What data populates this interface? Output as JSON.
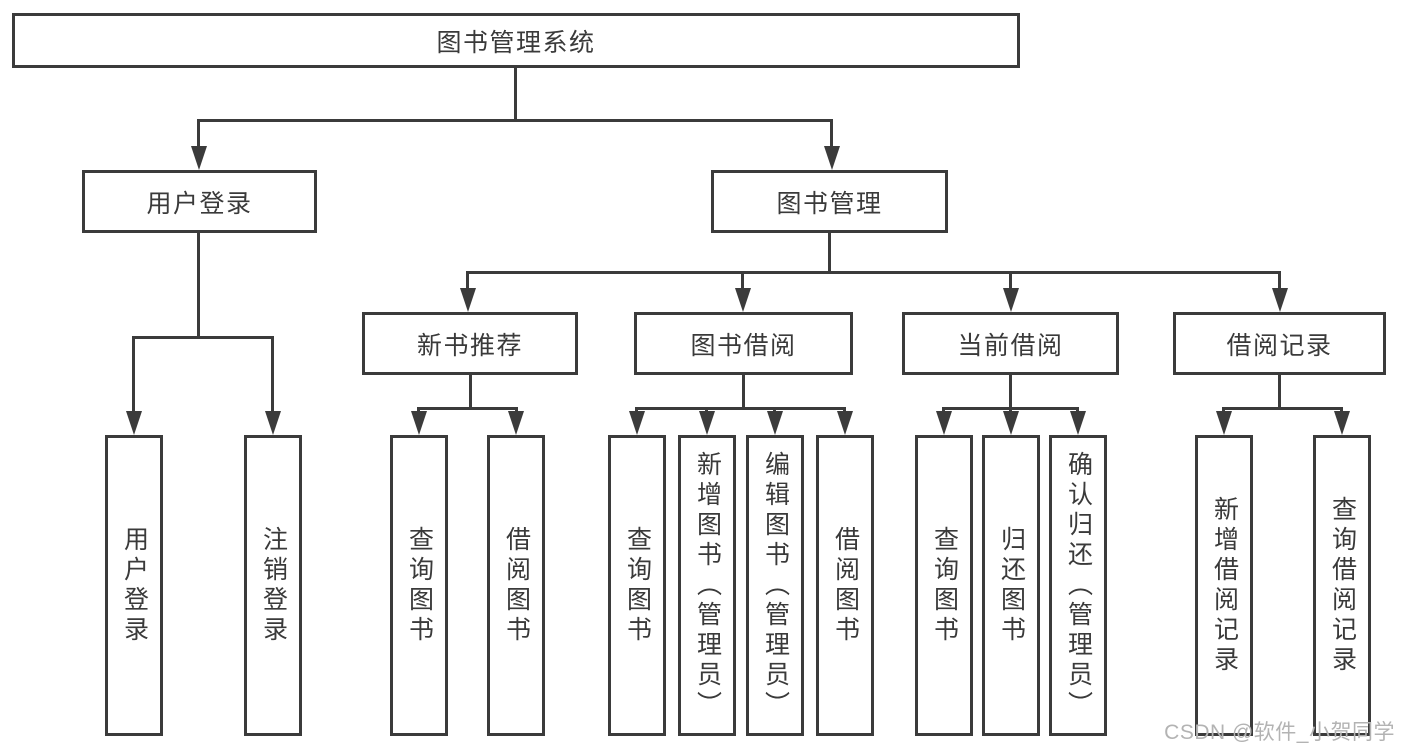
{
  "diagram": {
    "root": {
      "label": "图书管理系统"
    },
    "level2": [
      {
        "id": "user-login",
        "label": "用户登录"
      },
      {
        "id": "book-management",
        "label": "图书管理"
      }
    ],
    "level3": [
      {
        "id": "new-book-recommend",
        "label": "新书推荐"
      },
      {
        "id": "book-borrowing",
        "label": "图书借阅"
      },
      {
        "id": "current-borrowing",
        "label": "当前借阅"
      },
      {
        "id": "borrowing-records",
        "label": "借阅记录"
      }
    ],
    "leaves": [
      {
        "id": "user-login",
        "label": "用户登录"
      },
      {
        "id": "logout",
        "label": "注销登录"
      },
      {
        "id": "nb-query-books",
        "label": "查询图书"
      },
      {
        "id": "nb-borrow-books",
        "label": "借阅图书"
      },
      {
        "id": "bb-query-books",
        "label": "查询图书"
      },
      {
        "id": "bb-add-books-admin",
        "label": "新增图书（管理员）"
      },
      {
        "id": "bb-edit-books-admin",
        "label": "编辑图书（管理员）"
      },
      {
        "id": "bb-borrow-books",
        "label": "借阅图书"
      },
      {
        "id": "cb-query-books",
        "label": "查询图书"
      },
      {
        "id": "cb-return-books",
        "label": "归还图书"
      },
      {
        "id": "cb-confirm-return-admin",
        "label": "确认归还（管理员）"
      },
      {
        "id": "br-add-record",
        "label": "新增借阅记录"
      },
      {
        "id": "br-query-record",
        "label": "查询借阅记录"
      }
    ]
  },
  "watermark": {
    "text": "CSDN @软件_小贺同学"
  },
  "colors": {
    "line": "#3b3b3b",
    "text": "#3a3a3a",
    "watermark": "#b3b3b3",
    "background": "#ffffff"
  }
}
